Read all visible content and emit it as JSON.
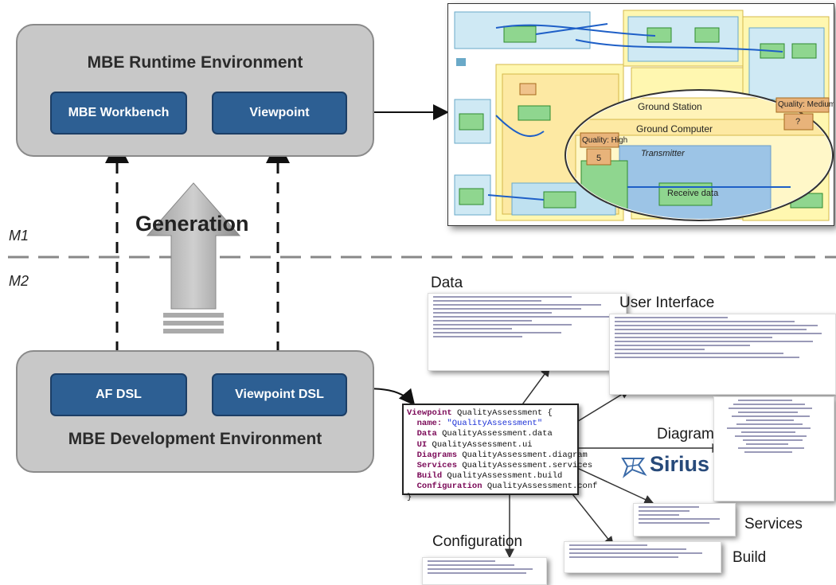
{
  "runtime": {
    "title": "MBE Runtime Environment",
    "workbench_label": "MBE Workbench",
    "viewpoint_label": "Viewpoint"
  },
  "development": {
    "title": "MBE Development Environment",
    "af_dsl_label": "AF DSL",
    "viewpoint_dsl_label": "Viewpoint  DSL"
  },
  "levels": {
    "m1": "M1",
    "m2": "M2"
  },
  "generation_label": "Generation",
  "screenshot": {
    "ground_station": "Ground Station",
    "ground_computer": "Ground Computer",
    "quality_high": "Quality: High",
    "quality_medium": "Quality: Medium",
    "value_high": "5",
    "value_medium": "?",
    "transmitter": "Transmitter",
    "receive_data": "Receive data"
  },
  "artifacts": {
    "data": "Data",
    "user_interface": "User Interface",
    "diagram": "Diagram",
    "services": "Services",
    "configuration": "Configuration",
    "build": "Build",
    "sirius": "Sirius"
  },
  "code": {
    "line1_kw": "Viewpoint",
    "line1_rest": " QualityAssessment {",
    "line2_kw": "name:",
    "line2_str": " \"QualityAssessment\"",
    "line3_kw": "Data",
    "line3_rest": " QualityAssessment.data",
    "line4_kw": "UI",
    "line4_rest": " QualityAssessment.ui",
    "line5_kw": "Diagrams",
    "line5_rest": " QualityAssessment.diagram",
    "line6_kw": "Services",
    "line6_rest": " QualityAssessment.services",
    "line7_kw": "Build",
    "line7_rest": " QualityAssessment.build",
    "line8_kw": "Configuration",
    "line8_rest": " QualityAssessment.conf",
    "line9": "}"
  },
  "colors": {
    "env_fill": "#c8c8c8",
    "button_blue": "#2d5f93",
    "keyword": "#7b0a58",
    "string": "#1a2fd6"
  }
}
